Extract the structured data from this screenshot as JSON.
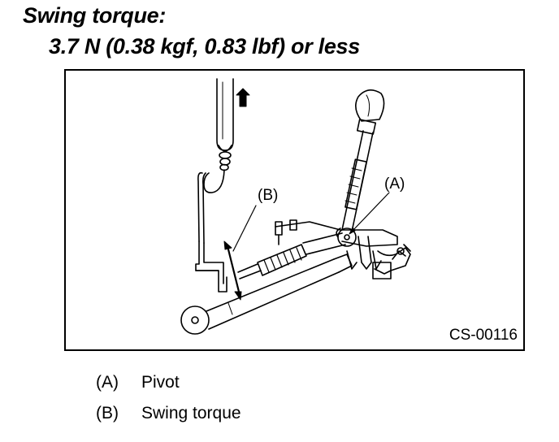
{
  "heading": {
    "title": "Swing torque:",
    "spec": "3.7 N (0.38 kgf, 0.83 lbf) or less"
  },
  "figure": {
    "figure_id": "CS-00116",
    "callouts": [
      {
        "key": "(A)"
      },
      {
        "key": "(B)"
      }
    ]
  },
  "legend": [
    {
      "key": "(A)",
      "text": "Pivot"
    },
    {
      "key": "(B)",
      "text": "Swing torque"
    }
  ]
}
